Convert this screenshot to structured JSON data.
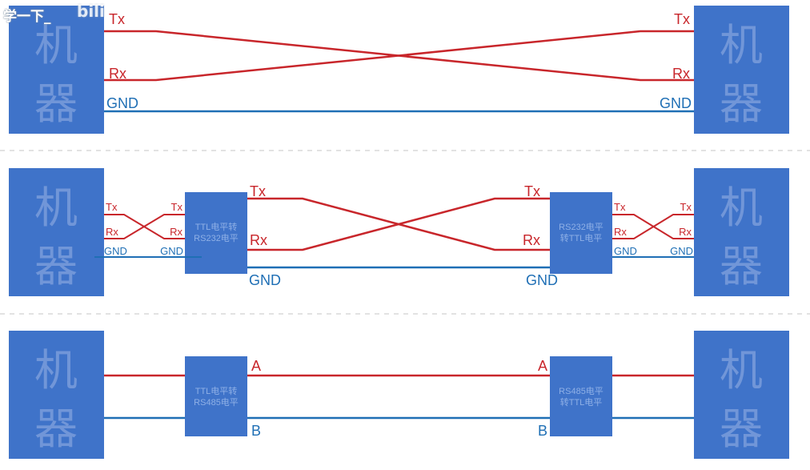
{
  "machine_label": [
    "机",
    "器"
  ],
  "colors": {
    "box": "#3f73c9",
    "signal_line": "#c8262b",
    "ground_line": "#1f6fb5",
    "divider": "#d8d8d8"
  },
  "watermark": {
    "text": "学一下_",
    "logo": "bili"
  },
  "section1": {
    "left": {
      "tx": "Tx",
      "rx": "Rx",
      "gnd": "GND"
    },
    "right": {
      "tx": "Tx",
      "rx": "Rx",
      "gnd": "GND"
    }
  },
  "section2": {
    "converter_left": [
      "TTL电平转",
      "RS232电平"
    ],
    "converter_right": [
      "RS232电平",
      "转TTL电平"
    ],
    "left_inner": {
      "tx_a": "Tx",
      "rx_a": "Rx",
      "gnd_a": "GND",
      "tx_b": "Tx",
      "rx_b": "Rx",
      "gnd_b": "GND"
    },
    "middle_left": {
      "tx": "Tx",
      "rx": "Rx",
      "gnd": "GND"
    },
    "middle_right": {
      "tx": "Tx",
      "rx": "Rx",
      "gnd": "GND"
    },
    "right_inner": {
      "tx_a": "Tx",
      "rx_a": "Rx",
      "gnd_a": "GND",
      "tx_b": "Tx",
      "rx_b": "Rx",
      "gnd_b": "GND"
    }
  },
  "section3": {
    "converter_left": [
      "TTL电平转",
      "RS485电平"
    ],
    "converter_right": [
      "RS485电平",
      "转TTL电平"
    ],
    "left": {
      "a": "A",
      "b": "B"
    },
    "right": {
      "a": "A",
      "b": "B"
    }
  }
}
